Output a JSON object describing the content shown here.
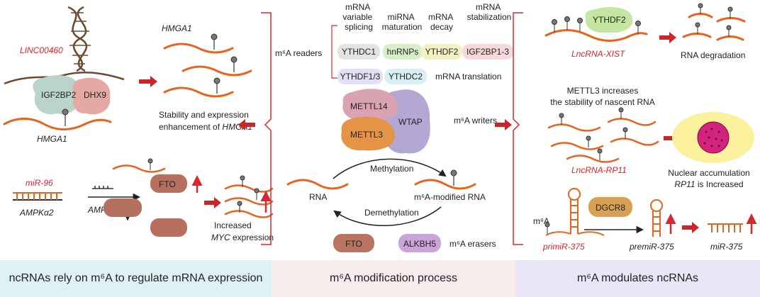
{
  "left": {
    "lnc_name": "LINC00460",
    "protein_a": "IGF2BP2",
    "protein_b": "DHX9",
    "gene_bottom": "HMGA1",
    "gene_top": "HMGA1",
    "stability_line1": "Stability and expression",
    "stability_line2_prefix": "enhancement of ",
    "stability_line2_gene": "HMGA1",
    "mir_name": "miR-96",
    "target_a": "AMPKα2",
    "target_b": "AMPKα2",
    "fto": "FTO",
    "increased_line1": "Increased",
    "increased_gene": "MYC",
    "increased_suffix": " expression"
  },
  "center": {
    "functions": [
      {
        "lines": [
          "mRNA",
          "variable",
          "splicing"
        ]
      },
      {
        "lines": [
          "miRNA",
          "maturation"
        ]
      },
      {
        "lines": [
          "mRNA",
          "decay"
        ]
      },
      {
        "lines": [
          "mRNA",
          "stabilization"
        ]
      }
    ],
    "readers_label": "m⁶A readers",
    "readers": [
      {
        "name": "YTHDC1",
        "color": "#e3e3e3"
      },
      {
        "name": "hnRNPs",
        "color": "#d7efc9"
      },
      {
        "name": "YTHDF2",
        "color": "#f4f0c2"
      },
      {
        "name": "IGF2BP1-3",
        "color": "#f6dada"
      }
    ],
    "readers_row2": [
      {
        "name": "YTHDF1/3",
        "color": "#e4e0f3"
      },
      {
        "name": "YTHDC2",
        "color": "#d8f0f3"
      }
    ],
    "translation": "mRNA translation",
    "writers": {
      "a": {
        "name": "METTL14",
        "color": "#d9a3b1"
      },
      "b": {
        "name": "METTL3",
        "color": "#e59447"
      },
      "c": {
        "name": "WTAP",
        "color": "#b3a8d4"
      },
      "label": "m⁶A writers"
    },
    "methylation": "Methylation",
    "demethylation": "Demethylation",
    "rna": "RNA",
    "modified_rna": "m⁶A-modified RNA",
    "erasers": [
      {
        "name": "FTO",
        "color": "#b97462"
      },
      {
        "name": "ALKBH5",
        "color": "#c9a4d8"
      }
    ],
    "erasers_label": "m⁶A erasers"
  },
  "right": {
    "ythdf2": "YTHDF2",
    "xist": "LncRNA-XIST",
    "degradation": "RNA degradation",
    "mettl3_line1": "METTL3 increases",
    "mettl3_line2": "the stability of nascent RNA",
    "rp11": "LncRNA-RP11",
    "nuclear_line1": "Nuclear accumulation",
    "nuclear_line2_gene": "RP11",
    "nuclear_line2_suffix": " is Increased",
    "m6a": "m⁶A",
    "dgcr8": "DGCR8",
    "pri": "primiR-375",
    "pre": "premiR-375",
    "mir": "miR-375"
  },
  "footer": {
    "left": "ncRNAs rely on m⁶A to regulate mRNA expression",
    "center": "m⁶A modification process",
    "right": "m⁶A modulates ncRNAs"
  },
  "colors": {
    "rna": "#e8641e",
    "red": "#e41e26",
    "brace": "#d8282e",
    "igf2bp2": "#b9d4c9",
    "dhx9": "#e4a9a2",
    "fto_blob": "#b5705e",
    "dgcr8": "#d8a053",
    "nucleus": "#fbf19c",
    "droplet": "#d4237f"
  }
}
